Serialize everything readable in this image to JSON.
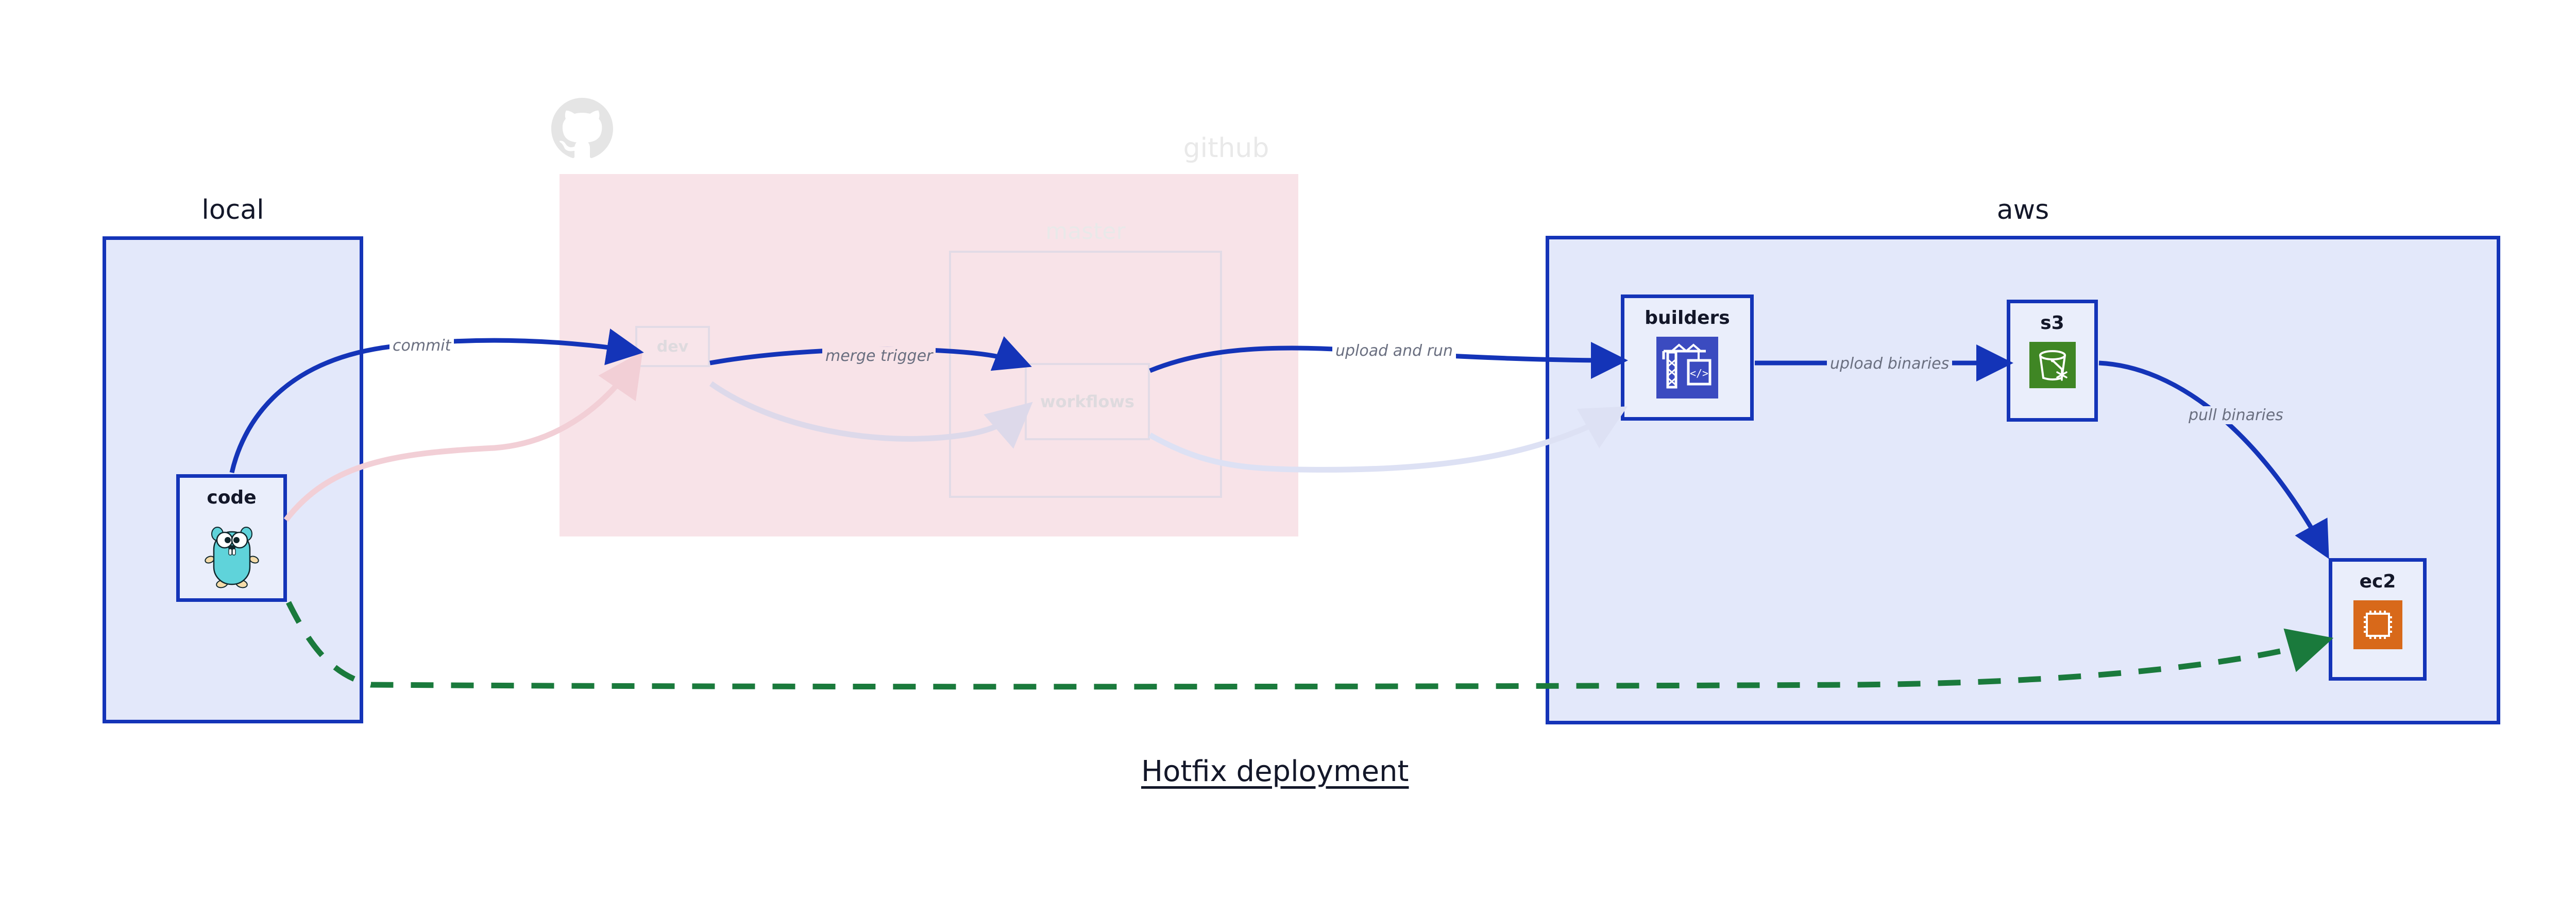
{
  "diagram": {
    "title": "Hotfix deployment",
    "background": "#ffffff",
    "accent_blue": "#1434b8",
    "accent_green": "#1a7a3c",
    "label_gray": "#6a6f80",
    "text_dark": "#131729"
  },
  "groups": [
    {
      "id": "local",
      "label": "local",
      "fill": "#e3e8fa",
      "stroke": "#1434b8",
      "muted": false
    },
    {
      "id": "github",
      "label": "github",
      "fill": "#f8e3e8",
      "stroke": "none",
      "muted": true,
      "logo_icon": "github-octocat-icon",
      "subgroup": {
        "id": "master",
        "label": "master",
        "stroke": "#e2dbe6"
      }
    },
    {
      "id": "aws",
      "label": "aws",
      "fill": "#e3e8fa",
      "stroke": "#1434b8",
      "muted": false
    }
  ],
  "nodes": [
    {
      "id": "code",
      "label": "code",
      "group": "local",
      "icon": "go-gopher-icon",
      "muted": false
    },
    {
      "id": "dev",
      "label": "dev",
      "group": "github",
      "icon": "none",
      "muted": true
    },
    {
      "id": "workflows",
      "label": "workflows",
      "group": "github.master",
      "icon": "none",
      "muted": true
    },
    {
      "id": "builders",
      "label": "builders",
      "group": "aws",
      "icon": "crane-builder-icon",
      "icon_fill": "#3b4bc0",
      "muted": false
    },
    {
      "id": "s3",
      "label": "s3",
      "group": "aws",
      "icon": "s3-bucket-icon",
      "icon_fill": "#3f8624",
      "muted": false
    },
    {
      "id": "ec2",
      "label": "ec2",
      "group": "aws",
      "icon": "ec2-chip-icon",
      "icon_fill": "#d8691a",
      "muted": false
    }
  ],
  "edges": [
    {
      "id": "code-to-dev",
      "from": "code",
      "to": "dev",
      "label": "commit",
      "style": "solid",
      "color": "#1434b8",
      "highlighted": true
    },
    {
      "id": "dev-to-workflows",
      "from": "dev",
      "to": "workflows",
      "label": "merge trigger",
      "style": "solid",
      "color": "#1434b8",
      "highlighted": true
    },
    {
      "id": "workflows-to-builders",
      "from": "workflows",
      "to": "builders",
      "label": "upload and run",
      "style": "solid",
      "color": "#1434b8",
      "highlighted": true
    },
    {
      "id": "builders-to-s3",
      "from": "builders",
      "to": "s3",
      "label": "upload binaries",
      "style": "solid",
      "color": "#1434b8",
      "highlighted": true
    },
    {
      "id": "s3-to-ec2",
      "from": "s3",
      "to": "ec2",
      "label": "pull binaries",
      "style": "solid",
      "color": "#1434b8",
      "highlighted": true
    },
    {
      "id": "code-to-ec2-hotfix",
      "from": "code",
      "to": "ec2",
      "label": "",
      "style": "dashed",
      "color": "#1a7a3c",
      "highlighted": true
    },
    {
      "id": "code-to-dev-faded",
      "from": "code",
      "to": "dev",
      "label": "",
      "style": "solid",
      "color": "#f5dde2",
      "highlighted": false
    },
    {
      "id": "dev-to-workflows-faded",
      "from": "dev",
      "to": "workflows",
      "label": "",
      "style": "solid",
      "color": "#e0dcec",
      "highlighted": false
    },
    {
      "id": "workflows-to-builders-faded",
      "from": "workflows",
      "to": "builders",
      "label": "",
      "style": "solid",
      "color": "#e2e4f2",
      "highlighted": false
    }
  ]
}
